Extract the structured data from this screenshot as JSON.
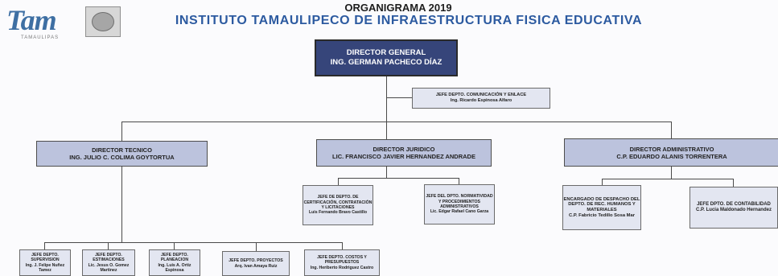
{
  "header": {
    "logo_text": "Tam",
    "logo_sub": "TAMAULIPAS",
    "chart_title": "ORGANIGRAMA 2019",
    "org_name": "INSTITUTO TAMAULIPECO DE INFRAESTRUCTURA FISICA EDUCATIVA"
  },
  "nodes": {
    "director_general": {
      "title": "DIRECTOR GENERAL",
      "name": "ING. GERMAN PACHECO DÍAZ"
    },
    "comunicacion": {
      "title": "JEFE DEPTO. COMUNICACIÓN Y ENLACE",
      "name": "Ing. Ricardo Espinosa Alfaro"
    },
    "tecnico": {
      "title": "DIRECTOR TECNICO",
      "name": "ING. JULIO C. COLIMA GOYTORTUA"
    },
    "juridico": {
      "title": "DIRECTOR JURIDICO",
      "name": "LIC. FRANCISCO JAVIER HERNANDEZ ANDRADE"
    },
    "administrativo": {
      "title": "DIRECTOR ADMINISTRATIVO",
      "name": "C.P. EDUARDO ALANIS TORRENTERA"
    },
    "certificacion": {
      "title": "JEFE DE DEPTO. DE CERTIFICACIÓN, CONTRATACIÓN Y LICITACIONES",
      "name": "Luis Fernando Bravo Castillo"
    },
    "normatividad": {
      "title": "JEFE DEL DPTO. NORMATIVIDAD Y PROCEDIMIENTOS ADMINISTRATIVOS",
      "name": "Lic. Edgar Rafael Cano Garza"
    },
    "rec_humanos": {
      "title": "ENCARGADO DE DESPACHO DEL DEPTO. DE REC. HUMANOS Y MATERIALES",
      "name": "C.P. Fabricio Tedillo Sosa Mar"
    },
    "contabilidad": {
      "title": "JEFE DPTO. DE CONTABILIDAD",
      "name": "C.P. Lucia Maldonado Hernandez"
    },
    "supervision": {
      "title": "JEFE DEPTO. SUPERVISION",
      "name": "Ing. J. Felipe Nuñez Tamez"
    },
    "estimaciones": {
      "title": "JEFE DEPTO. ESTIMACIONES",
      "name": "Lic. Jesus O. Gomez Martinez"
    },
    "planeacion": {
      "title": "JEFE DEPTO. PLANEACION",
      "name": "Ing. Luis A. Ortiz Espinosa"
    },
    "proyectos": {
      "title": "JEFE DEPTO. PROYECTOS",
      "name": "Arq. Ivan Amaya Ruiz"
    },
    "costos": {
      "title": "JEFE DEPTO. COSTOS Y PRESUPUESTOS",
      "name": "Ing. Heriberto Rodriguez Castro"
    }
  }
}
